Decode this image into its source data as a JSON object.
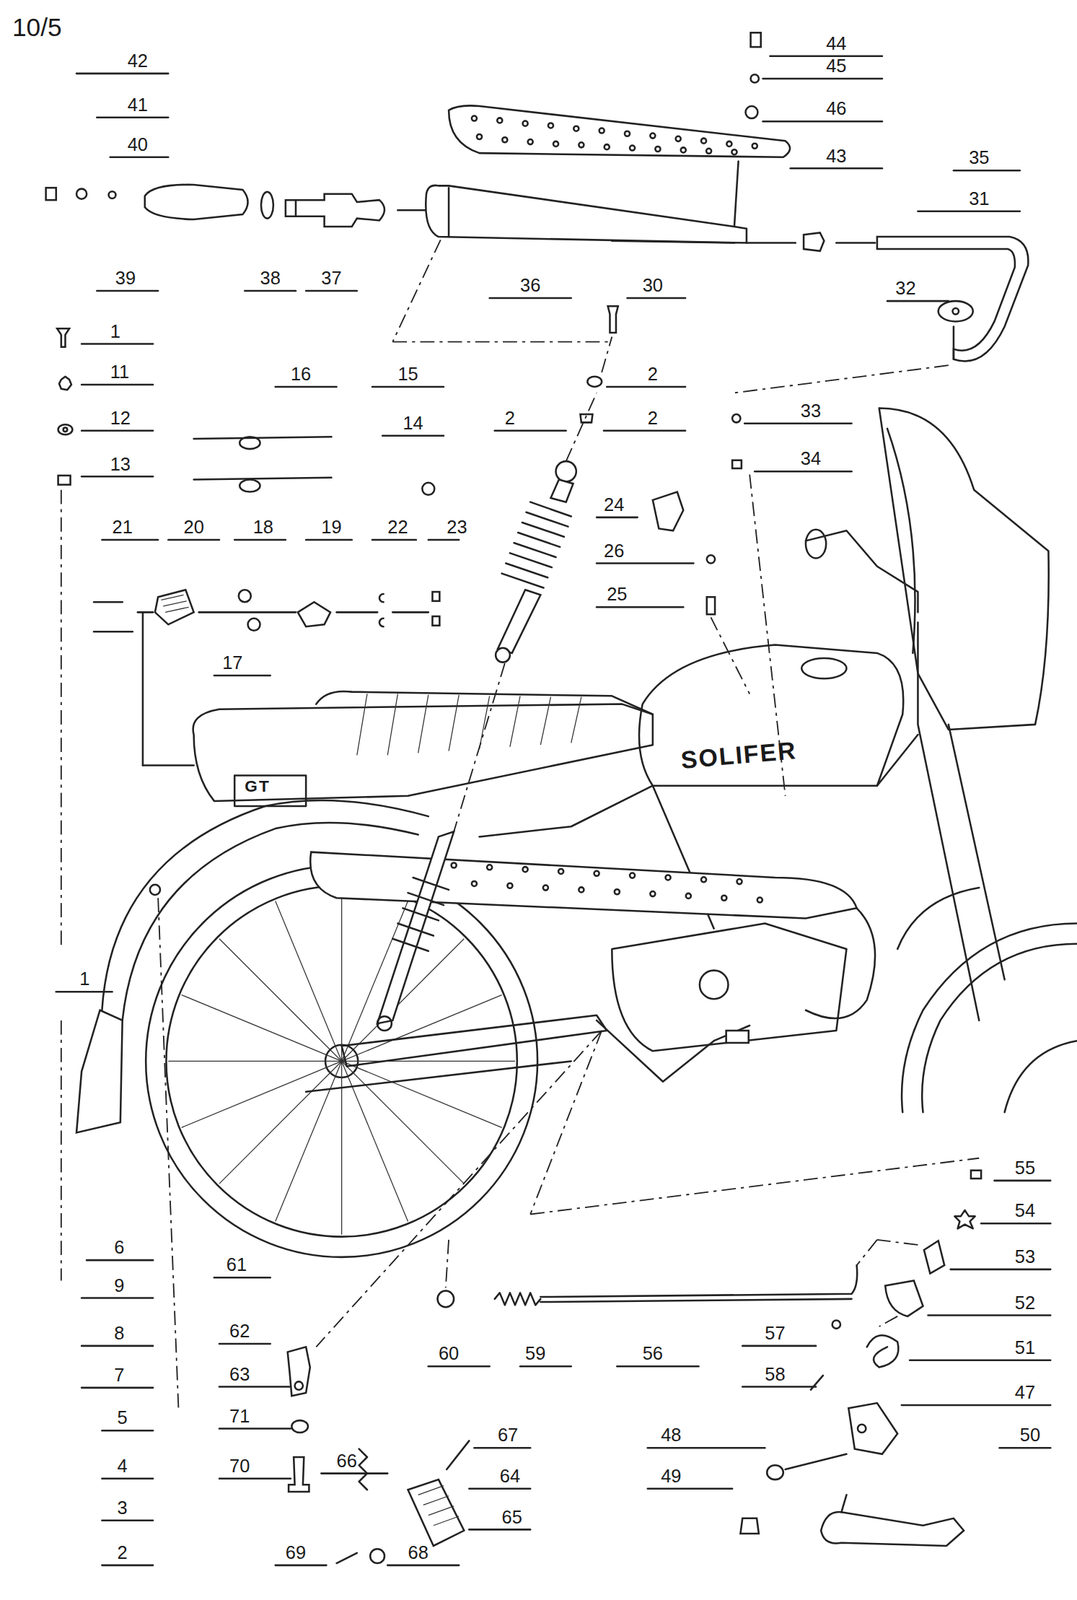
{
  "diagram": {
    "title": "10/5",
    "labels": [
      "42",
      "41",
      "40",
      "39",
      "38",
      "37",
      "36",
      "44",
      "45",
      "46",
      "43",
      "35",
      "31",
      "32",
      "30",
      "1",
      "11",
      "12",
      "13",
      "16",
      "15",
      "14",
      "2",
      "2",
      "2",
      "33",
      "34",
      "21",
      "20",
      "18",
      "19",
      "22",
      "23",
      "24",
      "26",
      "25",
      "17",
      "1",
      "6",
      "9",
      "8",
      "7",
      "5",
      "4",
      "3",
      "2",
      "61",
      "62",
      "63",
      "71",
      "70",
      "66",
      "67",
      "64",
      "65",
      "69",
      "68",
      "60",
      "59",
      "56",
      "57",
      "58",
      "55",
      "54",
      "53",
      "52",
      "51",
      "47",
      "48",
      "49",
      "50",
      "SOLIFER",
      "GT"
    ]
  }
}
